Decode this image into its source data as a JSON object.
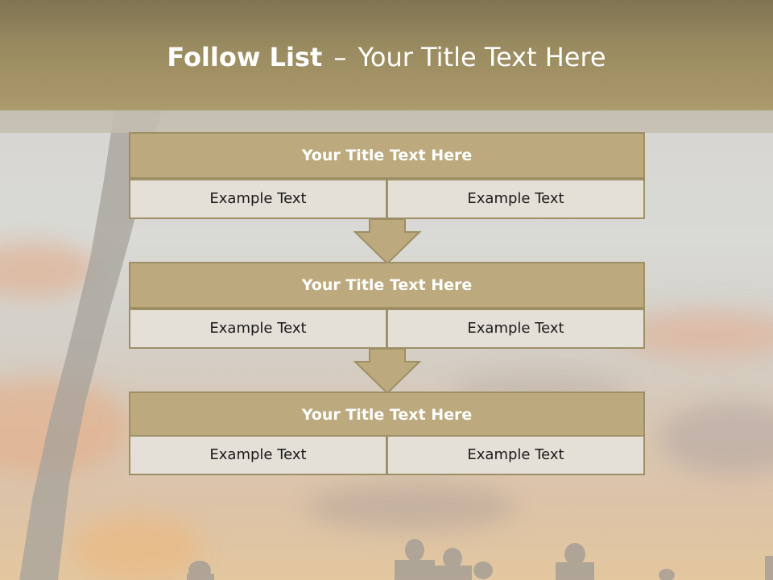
{
  "slide": {
    "title_bold": "Follow List",
    "title_separator": "–",
    "title_rest": "Your Title Text Here"
  },
  "blocks": [
    {
      "title": "Your Title Text Here",
      "left": "Example Text",
      "right": "Example Text"
    },
    {
      "title": "Your Title Text Here",
      "left": "Example Text",
      "right": "Example Text"
    },
    {
      "title": "Your Title Text Here",
      "left": "Example Text",
      "right": "Example Text"
    }
  ],
  "icons": {
    "flow_arrow": "down-arrow-icon"
  },
  "colors": {
    "title_band": "#9a8b60",
    "box_header": "#bcaa7e",
    "box_border": "#9e8f66",
    "box_cell": "#e4e0d8"
  }
}
